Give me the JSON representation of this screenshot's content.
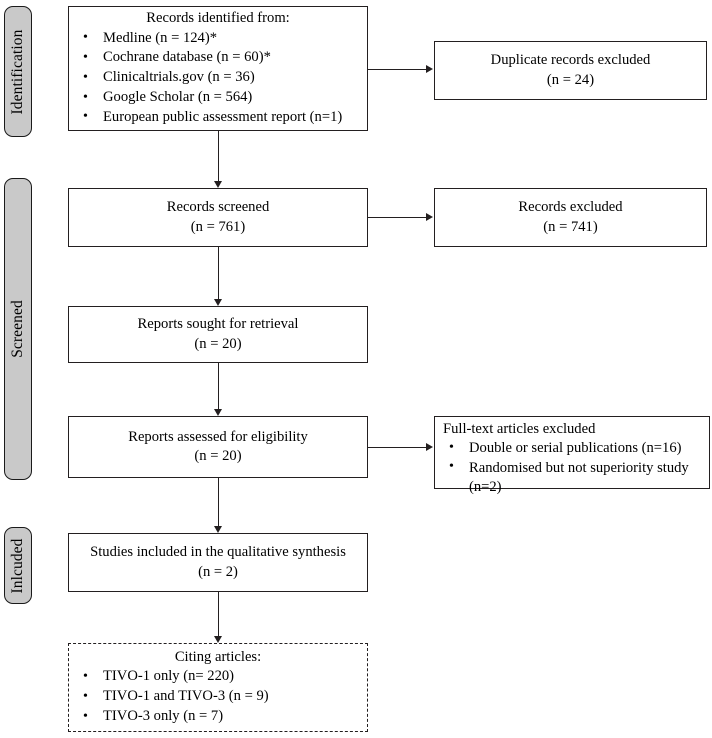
{
  "diagram": {
    "title": "PRISMA flow diagram",
    "type": "prisma-flow-diagram",
    "colors": {
      "stage_tab_fill": "#c9c9c9",
      "line": "#231f20",
      "box_fill": "#ffffff",
      "text": "#000000"
    }
  },
  "stages": [
    {
      "label": "Identification"
    },
    {
      "label": "Screened"
    },
    {
      "label": "Inlcuded"
    }
  ],
  "boxes": {
    "identified": {
      "title": "Records identified from:",
      "items": [
        "Medline (n = 124)*",
        "Cochrane database (n = 60)*",
        "Clinicaltrials.gov (n = 36)",
        "Google Scholar (n = 564)",
        "European public assessment report (n=1)"
      ]
    },
    "duplicates_excluded": {
      "title": "Duplicate records excluded",
      "count": "(n = 24)"
    },
    "records_screened": {
      "title": "Records screened",
      "count": "(n = 761)"
    },
    "records_excluded": {
      "title": "Records excluded",
      "count": "(n = 741)"
    },
    "reports_sought": {
      "title": "Reports sought for retrieval",
      "count": "(n = 20)"
    },
    "reports_assessed": {
      "title": "Reports assessed for eligibility",
      "count": "(n = 20)"
    },
    "fulltext_excluded": {
      "title": "Full-text articles excluded",
      "items": [
        "Double or serial publications (n=16)",
        "Randomised but not superiority study (n=2)"
      ]
    },
    "studies_included": {
      "title": "Studies included in the qualitative synthesis",
      "count": "(n = 2)"
    },
    "citing_articles": {
      "title": "Citing articles:",
      "items": [
        "TIVO-1 only (n= 220)",
        "TIVO-1 and TIVO-3 (n = 9)",
        "TIVO-3 only (n = 7)"
      ]
    }
  }
}
